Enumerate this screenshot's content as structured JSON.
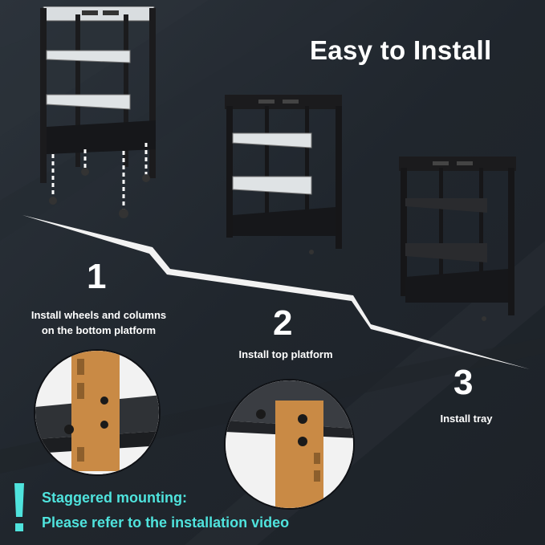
{
  "title": "Easy to Install",
  "steps": [
    {
      "number": "1",
      "text_line1": "Install wheels and columns",
      "text_line2": "on the bottom platform"
    },
    {
      "number": "2",
      "text_line1": "Install top platform"
    },
    {
      "number": "3",
      "text_line1": "Install tray"
    }
  ],
  "note": {
    "line1": "Staggered mounting:",
    "line2": "Please refer to the installation video"
  },
  "colors": {
    "background": "#232930",
    "accent": "#4fe3dd",
    "post": "#c98a45",
    "rack": "#1b1b1d"
  },
  "icons": {
    "note": "exclamation-icon"
  }
}
